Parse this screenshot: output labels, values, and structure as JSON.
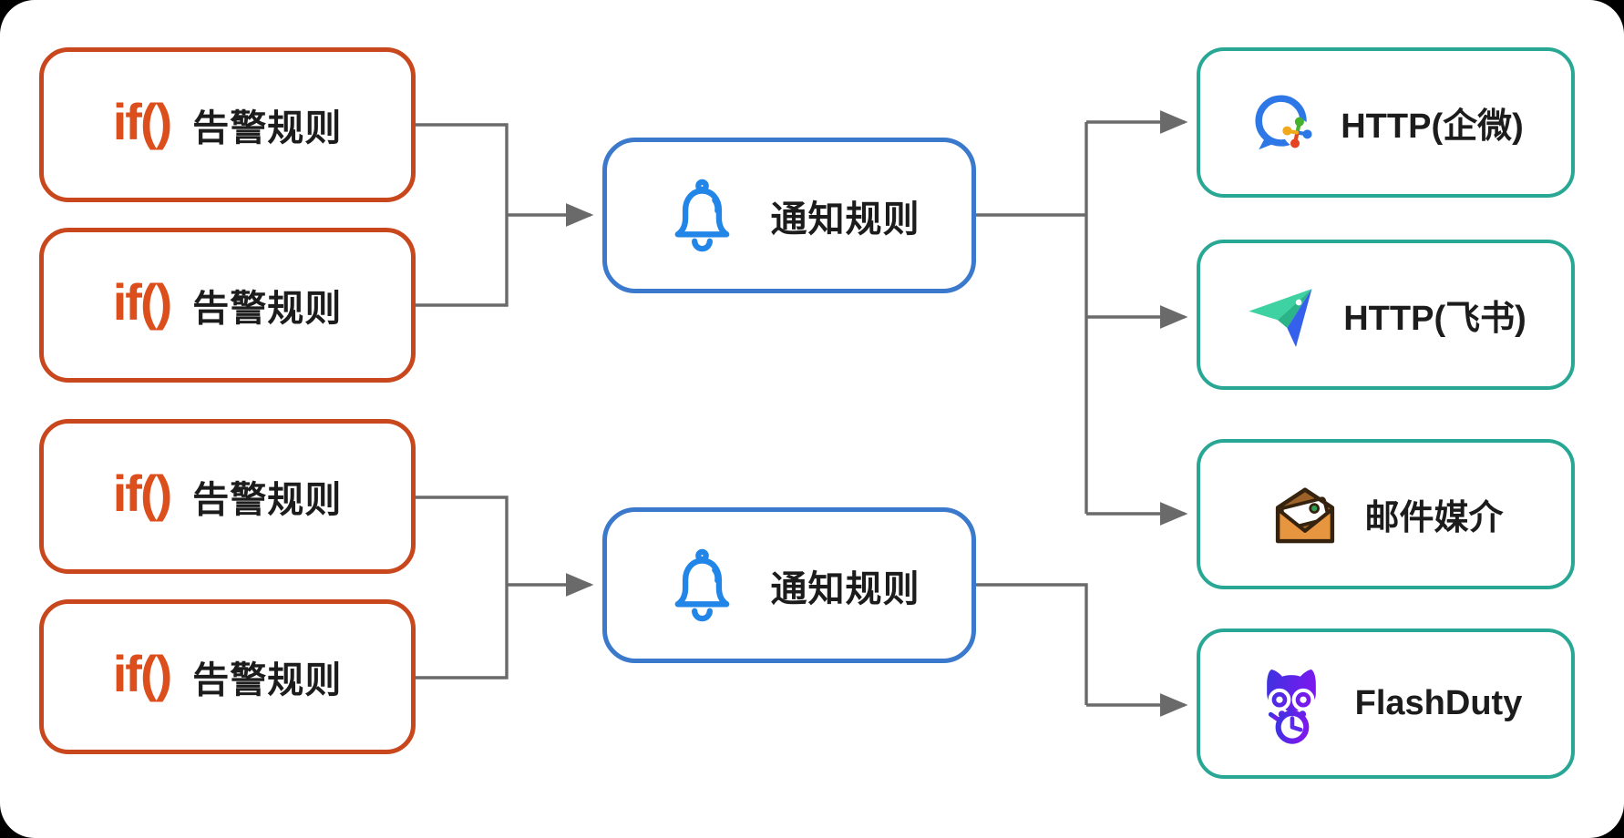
{
  "diagram": {
    "title_hint": "alert-to-notification flow",
    "nodes": {
      "alert_rules": [
        {
          "logo": "if()",
          "label": "告警规则"
        },
        {
          "logo": "if()",
          "label": "告警规则"
        },
        {
          "logo": "if()",
          "label": "告警规则"
        },
        {
          "logo": "if()",
          "label": "告警规则"
        }
      ],
      "notify_rules": [
        {
          "label": "通知规则"
        },
        {
          "label": "通知规则"
        }
      ],
      "channels": [
        {
          "label": "HTTP(企微)",
          "icon": "wecom-icon"
        },
        {
          "label": "HTTP(飞书)",
          "icon": "feishu-icon"
        },
        {
          "label": "邮件媒介",
          "icon": "mail-icon"
        },
        {
          "label": "FlashDuty",
          "icon": "flashduty-icon"
        }
      ]
    },
    "colors": {
      "alert_border": "#C8471C",
      "alert_logo": "#DC4F1D",
      "notify_border": "#3B79CC",
      "bell_blue": "#2285E8",
      "channel_border": "#29A795",
      "connector_gray": "#6A6A6A",
      "text": "#1C1C1C",
      "surface": "#FFFFFF",
      "page_background": "#000000"
    }
  }
}
